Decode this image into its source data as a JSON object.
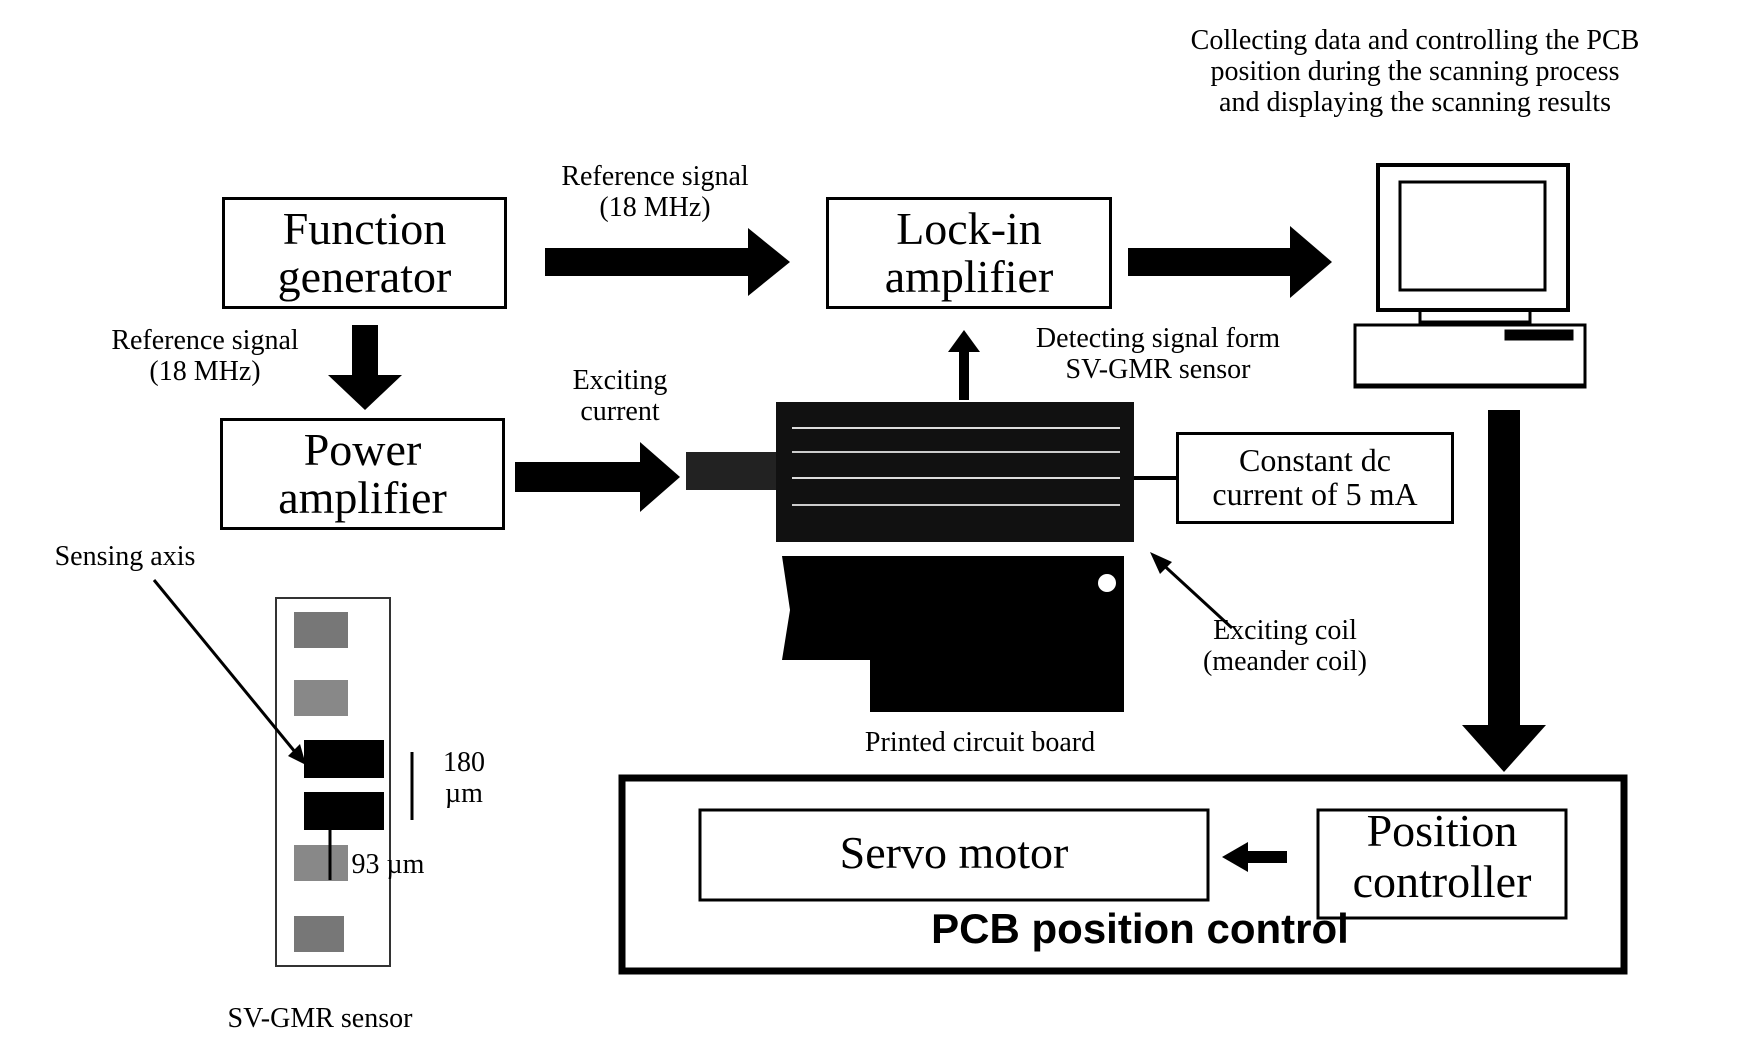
{
  "blocks": {
    "function_generator": {
      "line1": "Function",
      "line2": "generator"
    },
    "lock_in": {
      "line1": "Lock-in",
      "line2": "amplifier"
    },
    "power_amp": {
      "line1": "Power",
      "line2": "amplifier"
    },
    "constant_dc": {
      "line1": "Constant dc",
      "line2": "current of 5 mA"
    },
    "servo_motor": "Servo motor",
    "position_controller": {
      "line1": "Position",
      "line2": "controller"
    },
    "pcb_position_control": "PCB position control"
  },
  "labels": {
    "computer_caption": [
      "Collecting data and controlling the PCB",
      "position during the scanning process",
      "and displaying the scanning results"
    ],
    "ref_signal_top": [
      "Reference signal",
      "(18 MHz)"
    ],
    "ref_signal_left": [
      "Reference signal",
      "(18 MHz)"
    ],
    "exciting_current": [
      "Exciting",
      "current"
    ],
    "detecting_signal": [
      "Detecting signal form",
      "SV-GMR sensor"
    ],
    "exciting_coil": [
      "Exciting coil",
      "(meander coil)"
    ],
    "printed_circuit_board": "Printed circuit board",
    "sensing_axis": "Sensing axis",
    "dim_180": [
      "180",
      "µm"
    ],
    "dim_93": "93 µm",
    "sv_gmr_sensor": "SV-GMR sensor"
  }
}
